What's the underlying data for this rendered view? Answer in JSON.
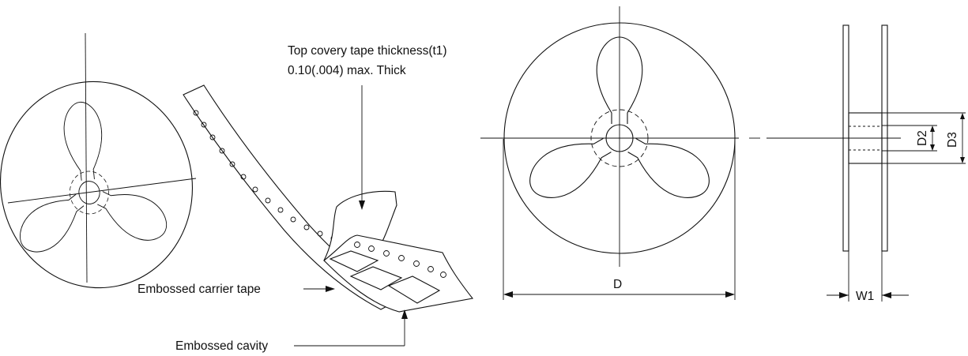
{
  "labels": {
    "cover_tape_line1": "Top covery tape thickness(t1)",
    "cover_tape_line2": "0.10(.004) max. Thick",
    "carrier_tape": "Embossed carrier tape",
    "cavity": "Embossed cavity",
    "dim_D": "D",
    "dim_D2": "D2",
    "dim_D3": "D3",
    "dim_W1": "W1"
  },
  "colors": {
    "ink": "#111111",
    "background": "#ffffff"
  }
}
